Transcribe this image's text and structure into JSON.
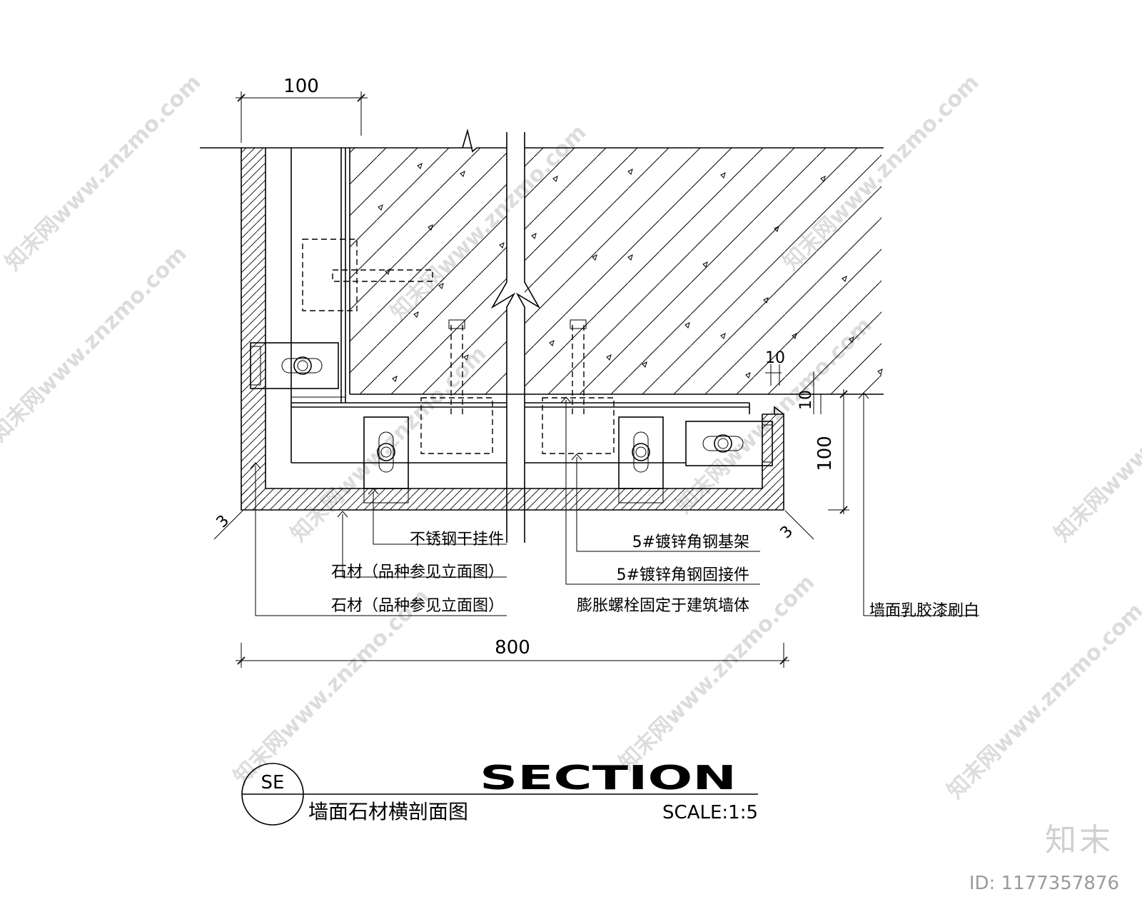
{
  "drawing": {
    "dim_top": "100",
    "dim_bottom": "800",
    "dim_right_large": "100",
    "dim_right_small_a": "10",
    "dim_right_small_b": "10",
    "dim_left_gap": "3",
    "dim_right_gap": "3"
  },
  "labels": {
    "clip": "不锈钢干挂件",
    "stone_1": "石材（品种参见立面图）",
    "stone_2": "石材（品种参见立面图）",
    "angle_frame": "5#镀锌角钢基架",
    "angle_connector": "5#镀锌角钢固接件",
    "expansion_bolt": "膨胀螺栓固定于建筑墙体",
    "wall_paint": "墙面乳胶漆刷白"
  },
  "title_block": {
    "section_tag": "SE",
    "section_word": "SECTION",
    "subtitle": "墙面石材横剖面图",
    "scale": "SCALE:1:5"
  },
  "watermark": {
    "text": "知末网www.znzmo.com",
    "brand": "知末",
    "id": "ID: 1177357876"
  }
}
